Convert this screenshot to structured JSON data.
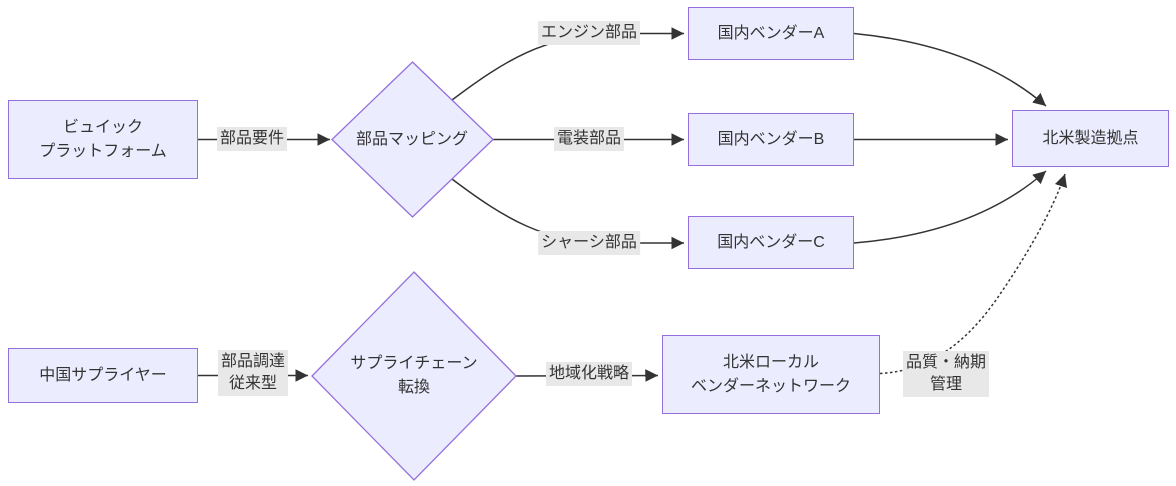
{
  "diagram": {
    "nodes": {
      "buick": {
        "line1": "ビュイック",
        "line2": "プラットフォーム"
      },
      "mapping": {
        "label": "部品マッピング"
      },
      "vendor_a": {
        "label": "国内ベンダーA"
      },
      "vendor_b": {
        "label": "国内ベンダーB"
      },
      "vendor_c": {
        "label": "国内ベンダーC"
      },
      "na_plant": {
        "label": "北米製造拠点"
      },
      "china": {
        "label": "中国サプライヤー"
      },
      "shift": {
        "line1": "サプライチェーン",
        "line2": "転換"
      },
      "localnet": {
        "line1": "北米ローカル",
        "line2": "ベンダーネットワーク"
      }
    },
    "edge_labels": {
      "requirements": {
        "label": "部品要件"
      },
      "engine": {
        "label": "エンジン部品"
      },
      "electrical": {
        "label": "電装部品"
      },
      "chassis": {
        "label": "シャーシ部品"
      },
      "procurement": {
        "line1": "部品調達",
        "line2": "従来型"
      },
      "regional": {
        "label": "地域化戦略"
      },
      "quality": {
        "line1": "品質・納期",
        "line2": "管理"
      }
    },
    "colors": {
      "node_fill": "#ECECFF",
      "node_border": "#9370DB",
      "edge_stroke": "#333333",
      "label_bg": "#e8e8e8",
      "text": "#333333",
      "bg": "#ffffff"
    }
  }
}
